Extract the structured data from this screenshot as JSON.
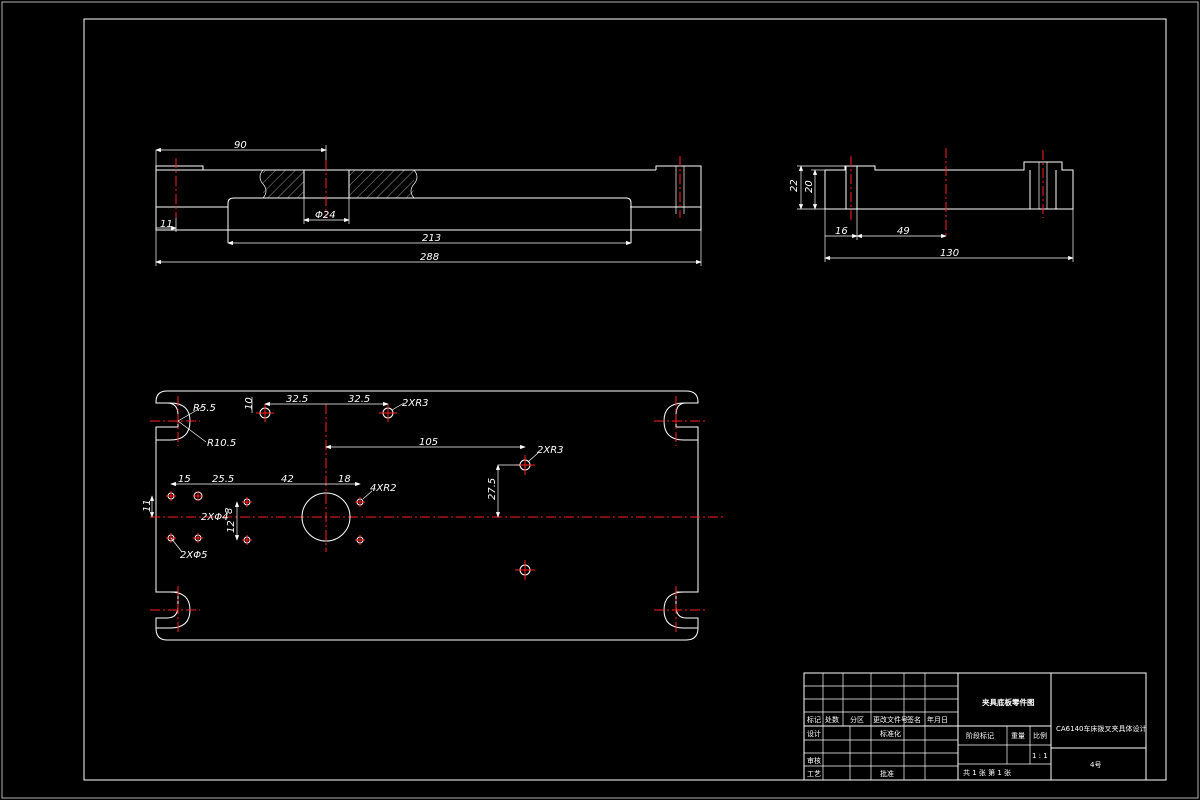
{
  "front_view": {
    "dim_90": "90",
    "dim_11": "11",
    "dim_phi24": "Φ24",
    "dim_213": "213",
    "dim_288": "288"
  },
  "side_view": {
    "dim_22": "22",
    "dim_20": "20",
    "dim_16": "16",
    "dim_49": "49",
    "dim_130": "130"
  },
  "plan_view": {
    "dim_r55": "R5.5",
    "dim_r105": "R10.5",
    "dim_10": "10",
    "dim_325a": "32.5",
    "dim_325b": "32.5",
    "dim_2xr3a": "2XR3",
    "dim_105": "105",
    "dim_2xr3b": "2XR3",
    "dim_15": "15",
    "dim_255": "25.5",
    "dim_42": "42",
    "dim_18": "18",
    "dim_4xr2": "4XR2",
    "dim_275": "27.5",
    "dim_11": "11",
    "dim_2xphi4": "2XΦ4",
    "dim_8": "8",
    "dim_12": "12",
    "dim_2xphi5": "2XΦ5"
  },
  "title_block": {
    "h_mark": "标记",
    "h_count": "处数",
    "h_zone": "分区",
    "h_doc": "更改文件号",
    "h_sign": "签名",
    "h_date": "年月日",
    "design": "设计",
    "standard": "标准化",
    "review": "审核",
    "process": "工艺",
    "approve": "批准",
    "drawing_name": "夹具底板零件图",
    "stage_mark": "阶段标记",
    "weight": "重量",
    "scale": "比例",
    "scale_value": "1 : 1",
    "sheets": "共 1 张    第 1 张",
    "project": "CA6140车床拨叉夹具体设计",
    "sheet_no": "4号"
  }
}
